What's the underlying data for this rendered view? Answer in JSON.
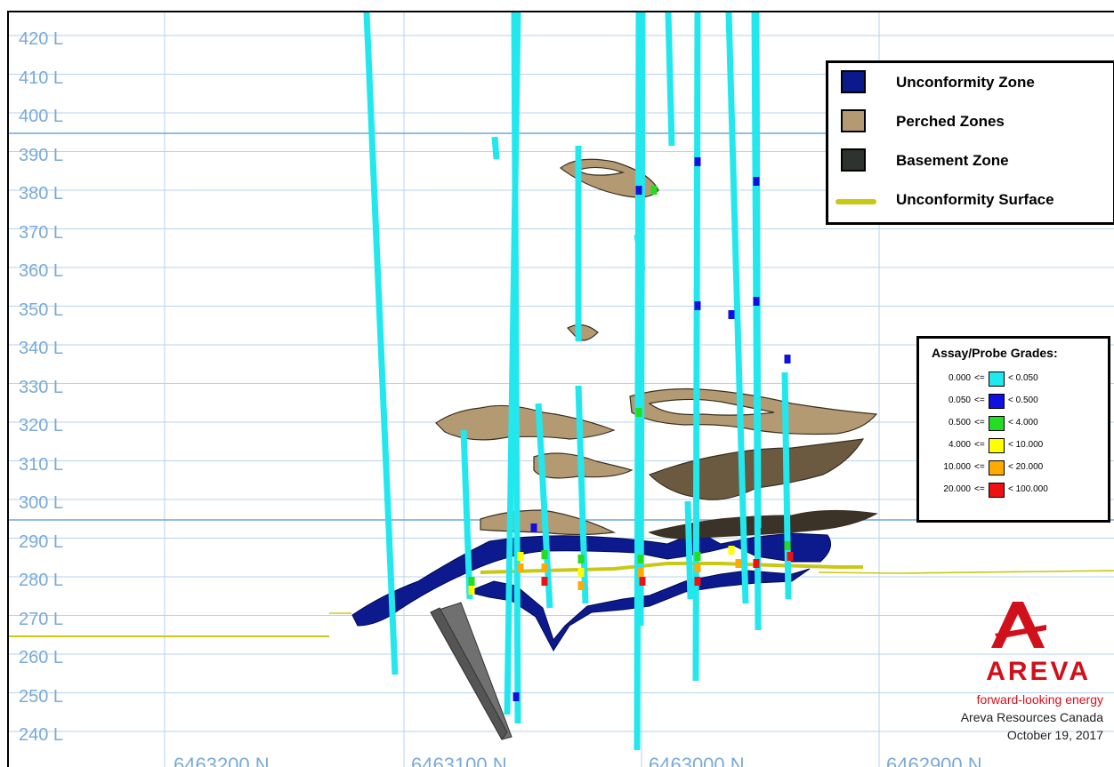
{
  "levels": [
    "420 L",
    "410 L",
    "400 L",
    "390 L",
    "380 L",
    "370 L",
    "360 L",
    "350 L",
    "340 L",
    "330 L",
    "320 L",
    "310 L",
    "300 L",
    "290 L",
    "280 L",
    "270 L",
    "260 L",
    "250 L",
    "240 L"
  ],
  "eastings": [
    "6463200 N",
    "6463100 N",
    "6463000 N",
    "6462900 N"
  ],
  "zone_legend": {
    "items": [
      {
        "label": "Unconformity Zone",
        "color": "#0a1a8c",
        "kind": "box"
      },
      {
        "label": "Perched Zones",
        "color": "#b39a73",
        "kind": "box"
      },
      {
        "label": "Basement Zone",
        "color": "#2d332d",
        "kind": "box"
      },
      {
        "label": "Unconformity Surface",
        "color": "#c9c815",
        "kind": "line"
      }
    ]
  },
  "grade_legend": {
    "title": "Assay/Probe Grades:",
    "rows": [
      {
        "lo": "0.000",
        "op": "<=",
        "hi": "< 0.050",
        "color": "#22e8ee"
      },
      {
        "lo": "0.050",
        "op": "<=",
        "hi": "< 0.500",
        "color": "#1010e0"
      },
      {
        "lo": "0.500",
        "op": "<=",
        "hi": "< 4.000",
        "color": "#22dd22"
      },
      {
        "lo": "4.000",
        "op": "<=",
        "hi": "< 10.000",
        "color": "#ffff00"
      },
      {
        "lo": "10.000",
        "op": "<=",
        "hi": "< 20.000",
        "color": "#ffaa00"
      },
      {
        "lo": "20.000",
        "op": "<=",
        "hi": "< 100.000",
        "color": "#ee1111"
      }
    ]
  },
  "logo": {
    "name": "AREVA",
    "tagline": "forward-looking energy",
    "company": "Areva Resources Canada",
    "date": "October 19, 2017"
  },
  "colors": {
    "grid": "#b7d3ee",
    "grid_major": "#6fa6dc",
    "drillhole": "#22e8ee",
    "unconformity_surface": "#c9c815"
  }
}
